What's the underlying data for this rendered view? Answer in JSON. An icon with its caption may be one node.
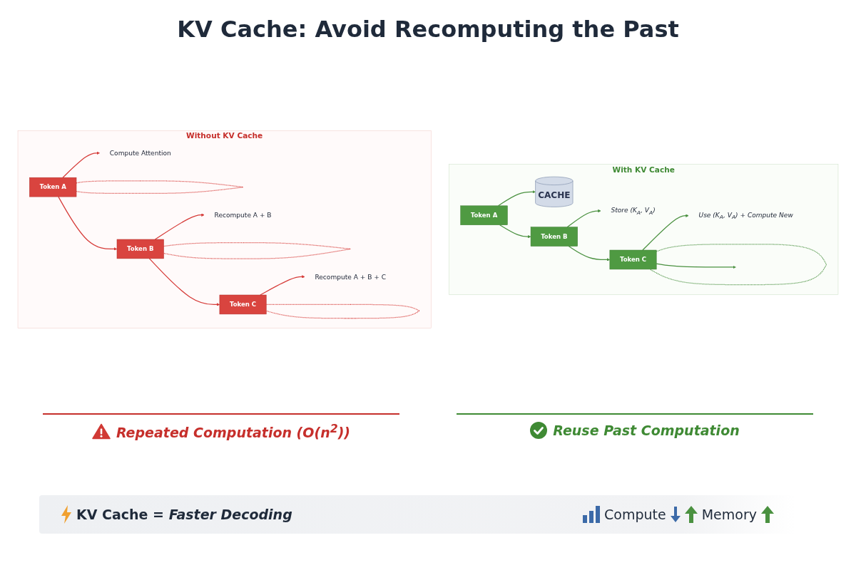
{
  "diagram": {
    "title": "KV Cache: Avoid Recomputing the Past",
    "nodes": [
      {
        "text": [
          "Without KV Cache"
        ]
      },
      {
        "text": [
          "Token A"
        ],
        "in": 0
      },
      {
        "text": [
          "Compute Attention"
        ],
        "in": 0
      },
      {
        "text": [
          "Token B"
        ],
        "in": 0
      },
      {
        "text": [
          "Recompute A + B"
        ],
        "in": 0
      },
      {
        "text": [
          "Token C"
        ],
        "in": 0
      },
      {
        "text": [
          "Recompute A + B + C"
        ],
        "in": 0
      },
      {
        "text": [
          "With KV Cache"
        ]
      },
      {
        "text": [
          "Token A"
        ],
        "in": 7
      },
      {
        "text": [
          "CACHE"
        ],
        "in": 7
      },
      {
        "text": [
          "Token B"
        ],
        "in": 7
      },
      {
        "text": [
          "Store (K$_{A}$, V$_{A}$)"
        ],
        "in": 7
      },
      {
        "text": [
          "Token C"
        ],
        "in": 7
      },
      {
        "text": [
          "Use (K$_{A}$, V$_{A}$) + Compute New"
        ],
        "in": 7
      }
    ],
    "edges": [
      {
        "from": 1,
        "to": 2,
        "arrow": "to",
        "color": "#d63b38"
      },
      {
        "from": 1,
        "to": 3,
        "arrow": "to",
        "color": "#d63b38"
      },
      {
        "from": 1,
        "to": 1,
        "arrow": "none",
        "style": "dashed",
        "color": "#d63b38"
      },
      {
        "from": 3,
        "to": 4,
        "arrow": "to",
        "color": "#d63b38"
      },
      {
        "from": 3,
        "to": 5,
        "arrow": "to",
        "color": "#d63b38"
      },
      {
        "from": 3,
        "to": 3,
        "arrow": "none",
        "style": "dashed",
        "color": "#d63b38"
      },
      {
        "from": 5,
        "to": 6,
        "arrow": "to",
        "color": "#d63b38"
      },
      {
        "from": 5,
        "to": 5,
        "arrow": "none",
        "style": "dashed",
        "color": "#d63b38"
      },
      {
        "from": 8,
        "to": 9,
        "arrow": "to",
        "color": "#4a9140"
      },
      {
        "from": 8,
        "to": 10,
        "arrow": "to",
        "color": "#4a9140"
      },
      {
        "from": 10,
        "to": 11,
        "arrow": "to",
        "color": "#4a9140"
      },
      {
        "from": 10,
        "to": 12,
        "arrow": "to",
        "color": "#4a9140"
      },
      {
        "from": 12,
        "to": 13,
        "arrow": "to",
        "color": "#4a9140"
      },
      {
        "from": 12,
        "to": 12,
        "arrow": "none",
        "style": "dashed",
        "color": "#4a9140"
      },
      {
        "from": 12,
        "to": null,
        "arrow": "to",
        "color": "#4a9140"
      }
    ],
    "labels": [
      "Repeated Computation (O(n$^{2}$))",
      "Reuse Past Computation",
      "KV Cache = *Faster Decoding*",
      "Compute",
      "Memory"
    ]
  }
}
